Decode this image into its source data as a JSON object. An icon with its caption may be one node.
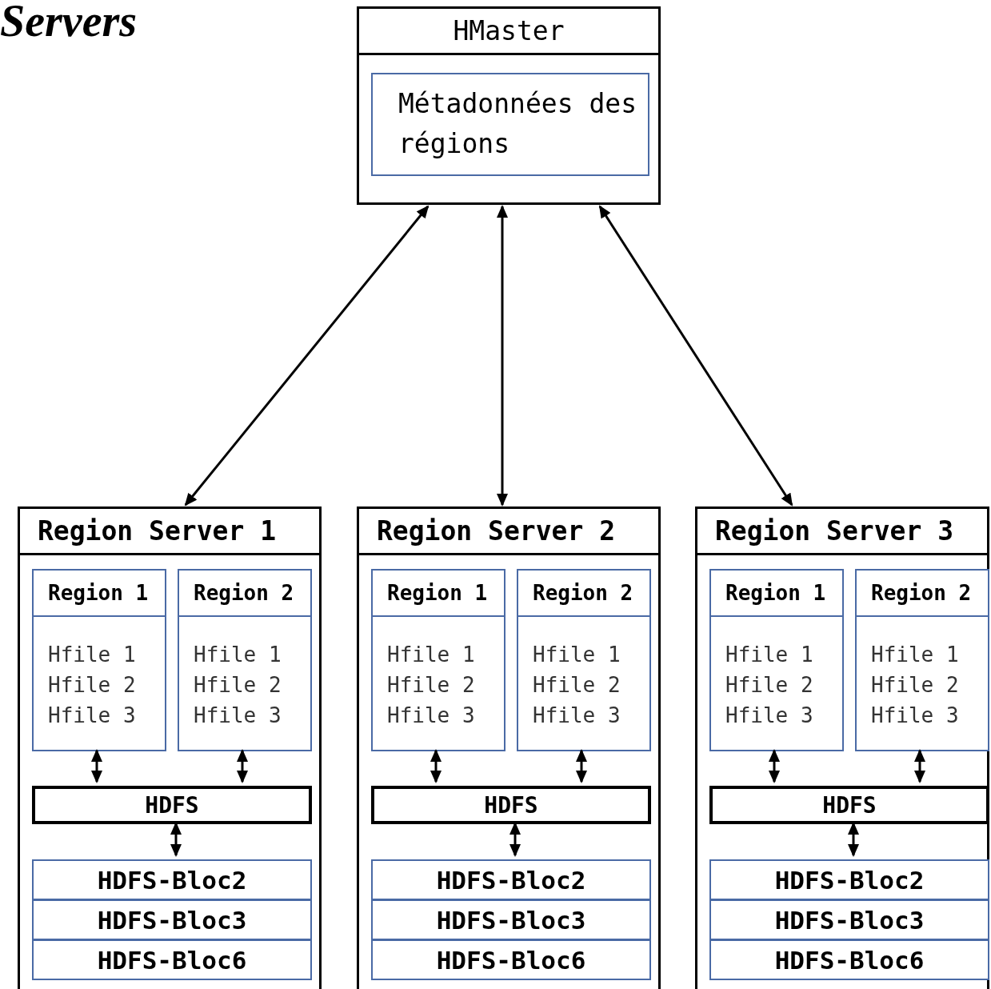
{
  "diagram": {
    "title": "Servers",
    "nodes": [
      {
        "text": [
          "HMaster"
        ]
      },
      {
        "text": [
          "Métadonnées des régions"
        ],
        "in": 0
      },
      {
        "text": [
          "Region Server 1"
        ]
      },
      {
        "text": [
          "Region 1",
          "Hfile 1",
          "Hfile 2",
          "Hfile 3"
        ],
        "in": 2
      },
      {
        "text": [
          "Region 2",
          "Hfile 1",
          "Hfile 2",
          "Hfile 3"
        ],
        "in": 2
      },
      {
        "text": [
          "HDFS"
        ],
        "in": 2
      },
      {
        "text": [
          "HDFS-Bloc2"
        ],
        "in": 2
      },
      {
        "text": [
          "HDFS-Bloc3"
        ],
        "in": 2
      },
      {
        "text": [
          "HDFS-Bloc6"
        ],
        "in": 2
      },
      {
        "text": [
          "Region Server 2"
        ]
      },
      {
        "text": [
          "Region 1",
          "Hfile 1",
          "Hfile 2",
          "Hfile 3"
        ],
        "in": 9
      },
      {
        "text": [
          "Region 2",
          "Hfile 1",
          "Hfile 2",
          "Hfile 3"
        ],
        "in": 9
      },
      {
        "text": [
          "HDFS"
        ],
        "in": 9
      },
      {
        "text": [
          "HDFS-Bloc2"
        ],
        "in": 9
      },
      {
        "text": [
          "HDFS-Bloc3"
        ],
        "in": 9
      },
      {
        "text": [
          "HDFS-Bloc6"
        ],
        "in": 9
      },
      {
        "text": [
          "Region Server 3"
        ]
      },
      {
        "text": [
          "Region 1",
          "Hfile 1",
          "Hfile 2",
          "Hfile 3"
        ],
        "in": 16
      },
      {
        "text": [
          "Region 2",
          "Hfile 1",
          "Hfile 2",
          "Hfile 3"
        ],
        "in": 16
      },
      {
        "text": [
          "HDFS"
        ],
        "in": 16
      },
      {
        "text": [
          "HDFS-Bloc2"
        ],
        "in": 16
      },
      {
        "text": [
          "HDFS-Bloc3"
        ],
        "in": 16
      },
      {
        "text": [
          "HDFS-Bloc6"
        ],
        "in": 16
      }
    ],
    "edges": [
      {
        "from": 0,
        "to": 2,
        "arrow": "both"
      },
      {
        "from": 0,
        "to": 9,
        "arrow": "both"
      },
      {
        "from": 0,
        "to": 16,
        "arrow": "both"
      },
      {
        "from": 3,
        "to": 5,
        "arrow": "both"
      },
      {
        "from": 4,
        "to": 5,
        "arrow": "both"
      },
      {
        "from": 5,
        "to": 6,
        "arrow": "both"
      },
      {
        "from": 10,
        "to": 12,
        "arrow": "both"
      },
      {
        "from": 11,
        "to": 12,
        "arrow": "both"
      },
      {
        "from": 12,
        "to": 13,
        "arrow": "both"
      },
      {
        "from": 17,
        "to": 19,
        "arrow": "both"
      },
      {
        "from": 18,
        "to": 19,
        "arrow": "both"
      },
      {
        "from": 19,
        "to": 20,
        "arrow": "both"
      }
    ]
  }
}
